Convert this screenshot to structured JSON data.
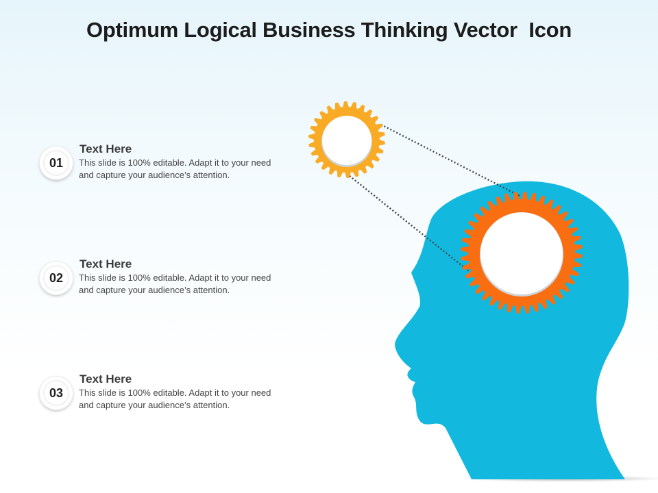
{
  "slide": {
    "title": "Optimum Logical Business Thinking Vector  Icon"
  },
  "items": [
    {
      "number": "01",
      "heading": "Text Here",
      "description": "This slide is 100% editable. Adapt it to your need and capture your audience’s attention."
    },
    {
      "number": "02",
      "heading": "Text Here",
      "description": "This slide is 100% editable. Adapt it to your need and capture your audience’s attention."
    },
    {
      "number": "03",
      "heading": "Text Here",
      "description": "This slide is 100% editable. Adapt it to your need and capture your audience’s attention."
    }
  ],
  "graphic": {
    "head_color": "#12b8de",
    "small_gear_color": "#f9ab25",
    "large_gear_color": "#fa6e12",
    "connector_color": "#444444",
    "icons": [
      "head-silhouette-icon",
      "small-gear-icon",
      "large-gear-icon"
    ]
  }
}
